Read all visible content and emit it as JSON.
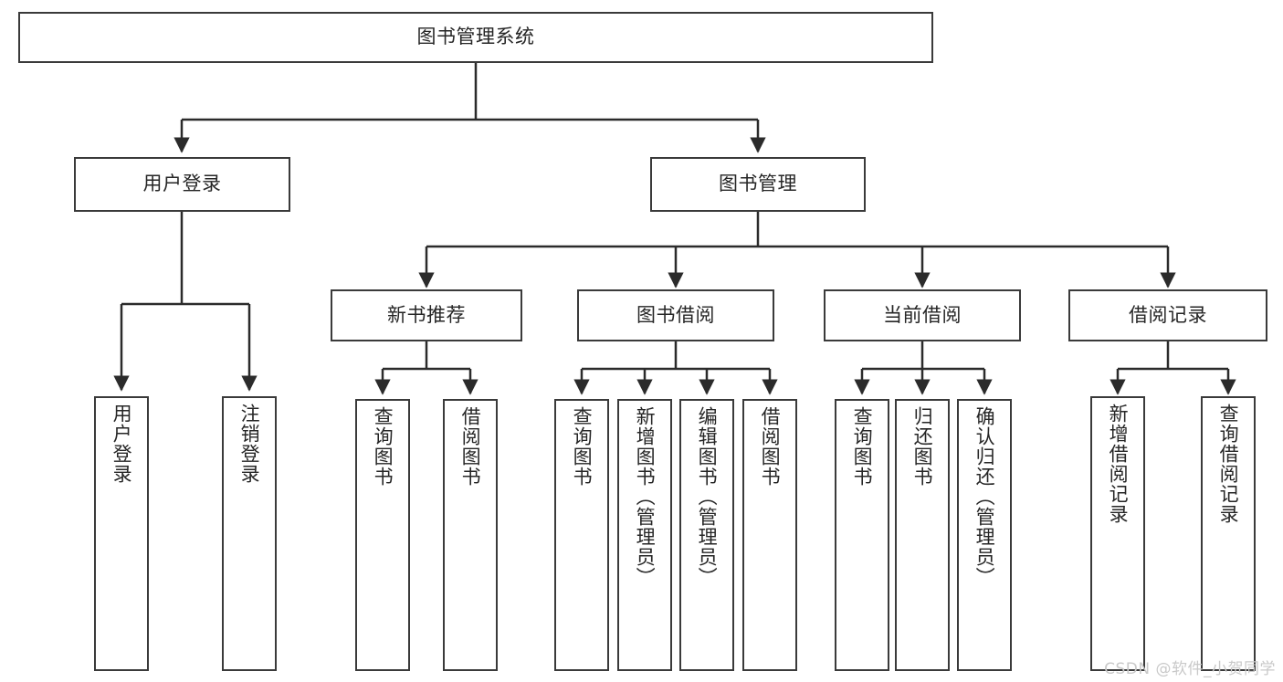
{
  "diagram": {
    "title": "图书管理系统",
    "type": "tree-hierarchy",
    "root": {
      "id": "root",
      "label": "图书管理系统"
    },
    "level2": [
      {
        "id": "user-login",
        "label": "用户登录"
      },
      {
        "id": "book-manage",
        "label": "图书管理"
      }
    ],
    "level3": [
      {
        "id": "new-book-recommend",
        "label": "新书推荐",
        "parent": "book-manage"
      },
      {
        "id": "book-borrow",
        "label": "图书借阅",
        "parent": "book-manage"
      },
      {
        "id": "current-borrow",
        "label": "当前借阅",
        "parent": "book-manage"
      },
      {
        "id": "borrow-record",
        "label": "借阅记录",
        "parent": "book-manage"
      }
    ],
    "leaves": {
      "user_login": [
        {
          "id": "leaf-user-login",
          "label": "用户登录"
        },
        {
          "id": "leaf-user-logout",
          "label": "注销登录"
        }
      ],
      "new_book_recommend": [
        {
          "id": "leaf-query-book-1",
          "label": "查询图书"
        },
        {
          "id": "leaf-borrow-book-1",
          "label": "借阅图书"
        }
      ],
      "book_borrow": [
        {
          "id": "leaf-query-book-2",
          "label": "查询图书"
        },
        {
          "id": "leaf-add-book",
          "label": "新增图书（管理员）"
        },
        {
          "id": "leaf-edit-book",
          "label": "编辑图书（管理员）"
        },
        {
          "id": "leaf-borrow-book-2",
          "label": "借阅图书"
        }
      ],
      "current_borrow": [
        {
          "id": "leaf-query-book-3",
          "label": "查询图书"
        },
        {
          "id": "leaf-return-book",
          "label": "归还图书"
        },
        {
          "id": "leaf-confirm-return",
          "label": "确认归还（管理员）"
        }
      ],
      "borrow_record": [
        {
          "id": "leaf-add-record",
          "label": "新增借阅记录"
        },
        {
          "id": "leaf-query-record",
          "label": "查询借阅记录"
        }
      ]
    },
    "colors": {
      "border": "#3a3a3a",
      "text": "#262626",
      "background": "#ffffff",
      "connector": "#2b2b2b",
      "watermark": "#c9c9c9"
    }
  },
  "watermark": {
    "text": "CSDN @软件_小贺同学"
  }
}
